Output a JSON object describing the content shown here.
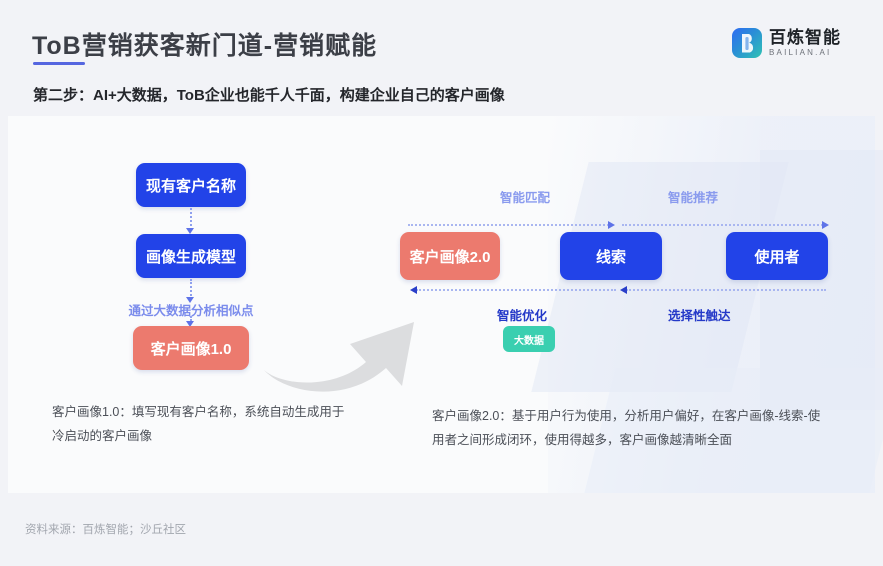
{
  "header": {
    "title": "ToB营销获客新门道-营销赋能",
    "subtitle": "第二步：AI+大数据，ToB企业也能千人千面，构建企业自己的客户画像",
    "logo_cn": "百炼智能",
    "logo_en": "BAILIAN.AI"
  },
  "left_flow": {
    "boxes": [
      {
        "label": "现有客户名称",
        "color": "#2243e8"
      },
      {
        "label": "画像生成模型",
        "color": "#2243e8"
      },
      {
        "label": "客户画像1.0",
        "color": "#ec7a6e"
      }
    ],
    "mid_label": "通过大数据分析相似点"
  },
  "right_flow": {
    "boxes": [
      {
        "label": "客户画像2.0",
        "color": "#ec7a6e"
      },
      {
        "label": "线索",
        "color": "#2243e8"
      },
      {
        "label": "使用者",
        "color": "#2243e8"
      }
    ],
    "top_labels": [
      "智能匹配",
      "智能推荐"
    ],
    "bottom_labels": [
      "智能优化",
      "选择性触达"
    ],
    "badge": "大数据"
  },
  "captions": {
    "left": "客户画像1.0：填写现有客户名称，系统自动生成用于冷启动的客户画像",
    "right": "客户画像2.0：基于用户行为使用，分析用户偏好，在客户画像-线索-使用者之间形成闭环，使用得越多，客户画像越清晰全面"
  },
  "footer": {
    "source": "资料来源：百炼智能；沙丘社区"
  },
  "colors": {
    "accent_blue": "#2243e8",
    "accent_red": "#ec7a6e",
    "accent_teal": "#3acfb0",
    "label_light": "#8a9bee",
    "label_dark": "#2439c8",
    "background": "#f2f3f7"
  }
}
